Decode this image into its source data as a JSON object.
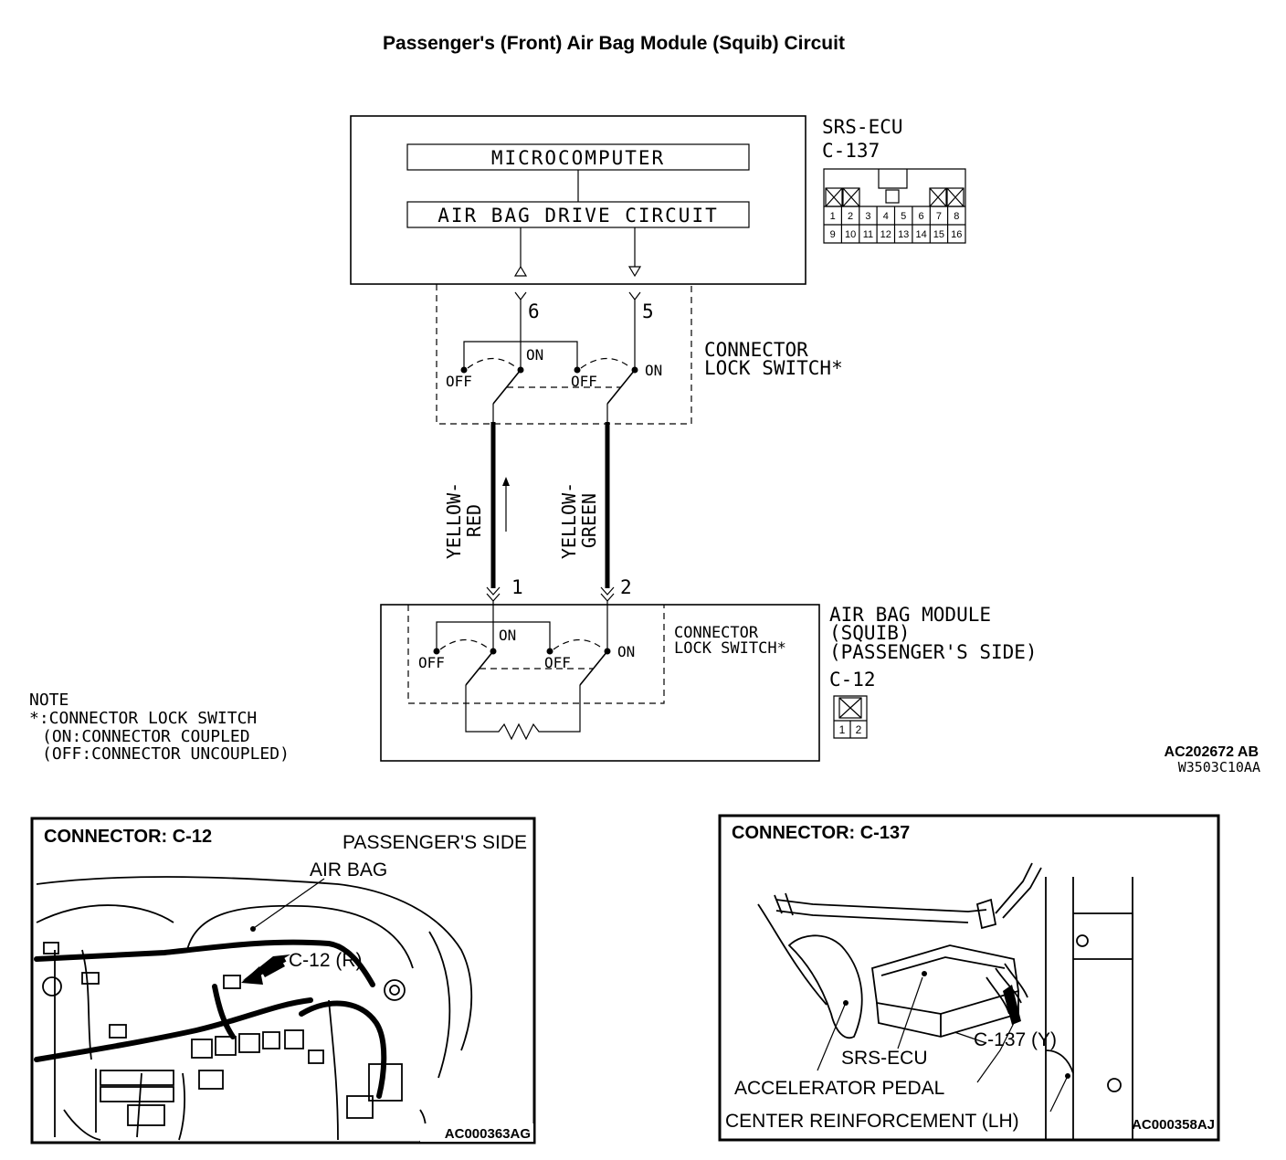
{
  "title": "Passenger's (Front) Air Bag Module (Squib) Circuit",
  "ecu": {
    "name": "SRS-ECU",
    "connector": "C-137",
    "microcomputer": "MICROCOMPUTER",
    "drive_circuit": "AIR BAG DRIVE CIRCUIT",
    "pins_row1": [
      "1",
      "2",
      "3",
      "4",
      "5",
      "6",
      "7",
      "8"
    ],
    "pins_row2": [
      "9",
      "10",
      "11",
      "12",
      "13",
      "14",
      "15",
      "16"
    ],
    "terminal_left": "6",
    "terminal_right": "5"
  },
  "lock_switch_label": [
    "CONNECTOR",
    "LOCK SWITCH*"
  ],
  "switch_states": {
    "on": "ON",
    "off": "OFF"
  },
  "wires": {
    "left": [
      "YELLOW-",
      "RED"
    ],
    "right": [
      "YELLOW-",
      "GREEN"
    ]
  },
  "module": {
    "name_lines": [
      "AIR BAG MODULE",
      "(SQUIB)",
      "(PASSENGER'S SIDE)"
    ],
    "connector": "C-12",
    "terminal_left": "1",
    "terminal_right": "2",
    "pins": [
      "1",
      "2"
    ]
  },
  "note": {
    "heading": "NOTE",
    "lines": [
      "*:CONNECTOR LOCK SWITCH",
      "(ON:CONNECTOR COUPLED",
      "(OFF:CONNECTOR UNCOUPLED)"
    ]
  },
  "ref_codes": {
    "main": "AC202672 AB",
    "sub": "W3503C10AA"
  },
  "panel_c12": {
    "title": "CONNECTOR: C-12",
    "callout_lines": [
      "PASSENGER'S SIDE",
      "AIR BAG"
    ],
    "pointer": "C-12 (R)",
    "code": "AC000363AG"
  },
  "panel_c137": {
    "title": "CONNECTOR: C-137",
    "labels": {
      "connector": "C-137 (Y)",
      "ecu": "SRS-ECU",
      "pedal": "ACCELERATOR PEDAL",
      "reinforcement": "CENTER REINFORCEMENT (LH)"
    },
    "code": "AC000358AJ"
  }
}
